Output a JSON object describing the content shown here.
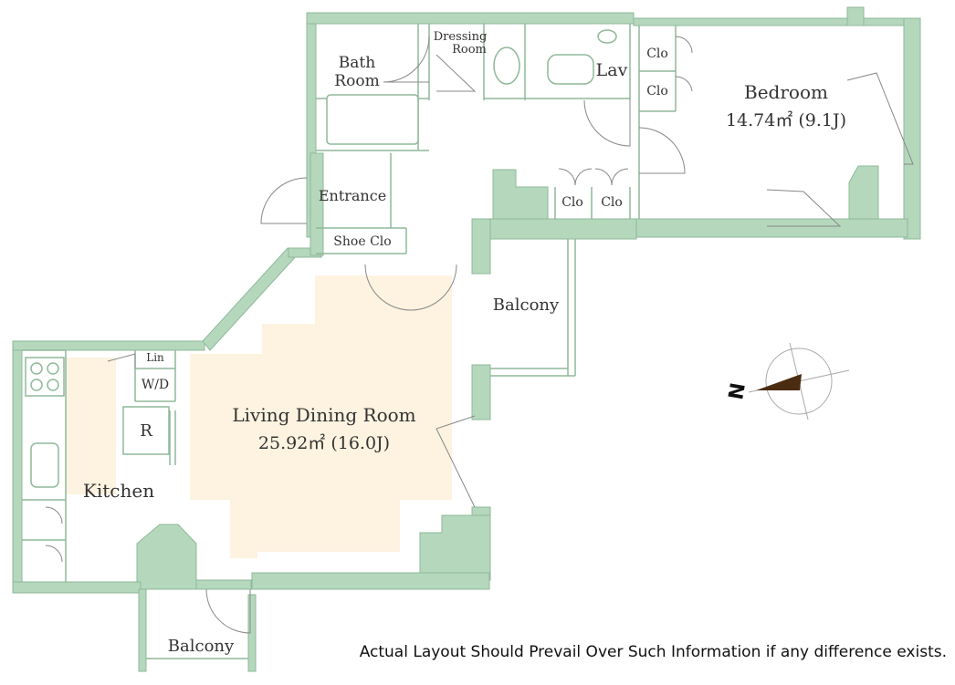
{
  "rooms": {
    "bath_room_line1": "Bath",
    "bath_room_line2": "Room",
    "dressing_room_line1": "Dressing",
    "dressing_room_line2": "Room",
    "lav": "Lav",
    "clo_1": "Clo",
    "clo_2": "Clo",
    "clo_3": "Clo",
    "clo_4": "Clo",
    "bedroom": "Bedroom",
    "bedroom_area": "14.74㎡ (9.1J)",
    "entrance": "Entrance",
    "shoe_clo": "Shoe Clo",
    "balcony_right": "Balcony",
    "lin": "Lin",
    "wd": "W/D",
    "refrigerator": "R",
    "living_dining": "Living Dining Room",
    "living_dining_area": "25.92㎡ (16.0J)",
    "kitchen": "Kitchen",
    "balcony_bottom": "Balcony"
  },
  "compass": {
    "north_label": "N"
  },
  "disclaimer": "Actual Layout Should Prevail Over Such Information if any difference exists.",
  "colors": {
    "wall": "#b5d8bd",
    "wall_edge": "#8fb89a",
    "floor": "#fdf3e0",
    "door": "#888888"
  }
}
